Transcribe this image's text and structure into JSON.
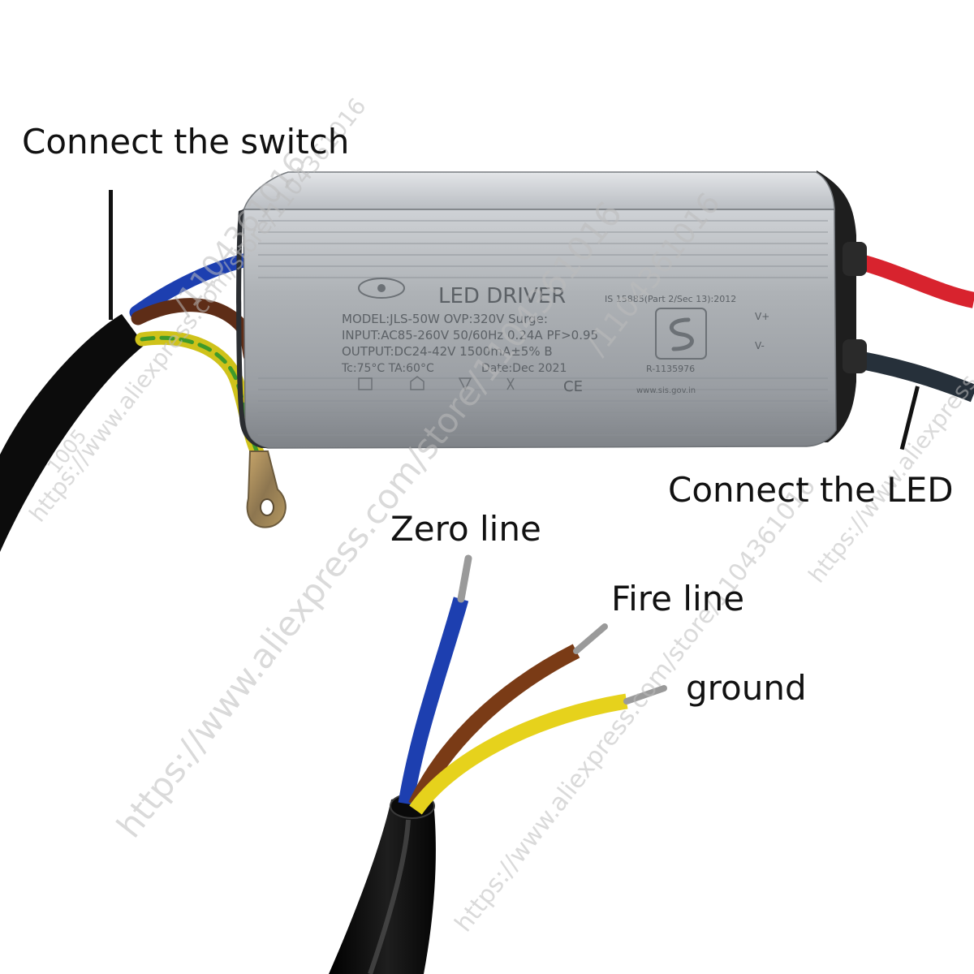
{
  "callouts": {
    "switch": "Connect the switch",
    "led": "Connect the LED",
    "zero": "Zero line",
    "fire": "Fire line",
    "ground": "ground"
  },
  "driver": {
    "title": "LED DRIVER",
    "model": "MODEL:JLS-50W  OVP:320V Surge:",
    "input": "INPUT:AC85-260V 50/60Hz 0.24A PF>0.95",
    "output": "OUTPUT:DC24-42V 1500mA±5%  B",
    "temp": "Tc:75°C TA:60°C",
    "date": "Date:Dec 2021",
    "cert": "R-1135976",
    "website": "www.sis.gov.in",
    "ce": "CE",
    "is": "IS 15885(Part 2/Sec 13):2012",
    "output_mark": "V+",
    "output_mark2": "V-"
  },
  "watermark": {
    "store_code": "/1104361016",
    "main_url": "https://www.aliexpress.com/store/1104361016"
  },
  "colors": {
    "neutral_wire": "#1d3fb0",
    "live_wire": "#7a3b16",
    "ground_wire": "#e6d21c",
    "output_red": "#d8232e",
    "output_black": "#26303a",
    "cable_sheath": "#121212",
    "housing": "#a6a9ad"
  }
}
